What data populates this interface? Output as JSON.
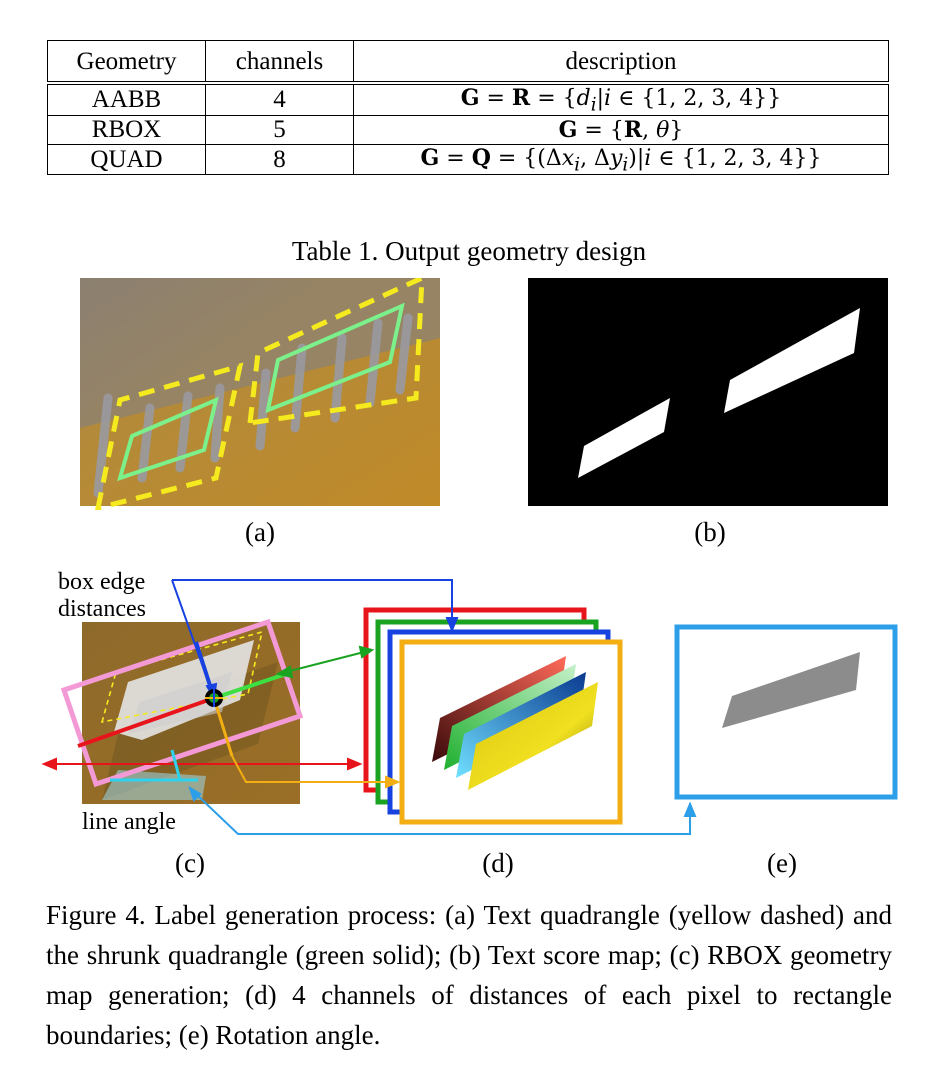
{
  "table": {
    "headers": [
      "Geometry",
      "channels",
      "description"
    ],
    "rows": [
      {
        "geometry": "AABB",
        "channels": "4"
      },
      {
        "geometry": "RBOX",
        "channels": "5"
      },
      {
        "geometry": "QUAD",
        "channels": "8"
      }
    ],
    "caption": "Table 1. Output geometry design"
  },
  "figure": {
    "labels": {
      "a": "(a)",
      "b": "(b)",
      "c": "(c)",
      "d": "(d)",
      "e": "(e)"
    },
    "annotations": {
      "box_edge_line1": "box edge",
      "box_edge_line2": "distances",
      "line_angle": "line angle"
    },
    "colors": {
      "yellow_dashed": "#f4ea1e",
      "green_solid": "#7cf08a",
      "pink_box": "#f39ad6",
      "red": "#e8141c",
      "green": "#1aa320",
      "blue": "#1742e0",
      "orange": "#f2ae12",
      "light_blue": "#2d9ee8",
      "gray_shape": "#8c8c8c"
    },
    "caption": "Figure 4. Label generation process: (a) Text quadrangle (yellow dashed) and the shrunk quadrangle (green solid); (b) Text score map; (c) RBOX geometry map generation; (d) 4 channels of distances of each pixel to rectangle boundaries; (e) Rotation angle."
  }
}
